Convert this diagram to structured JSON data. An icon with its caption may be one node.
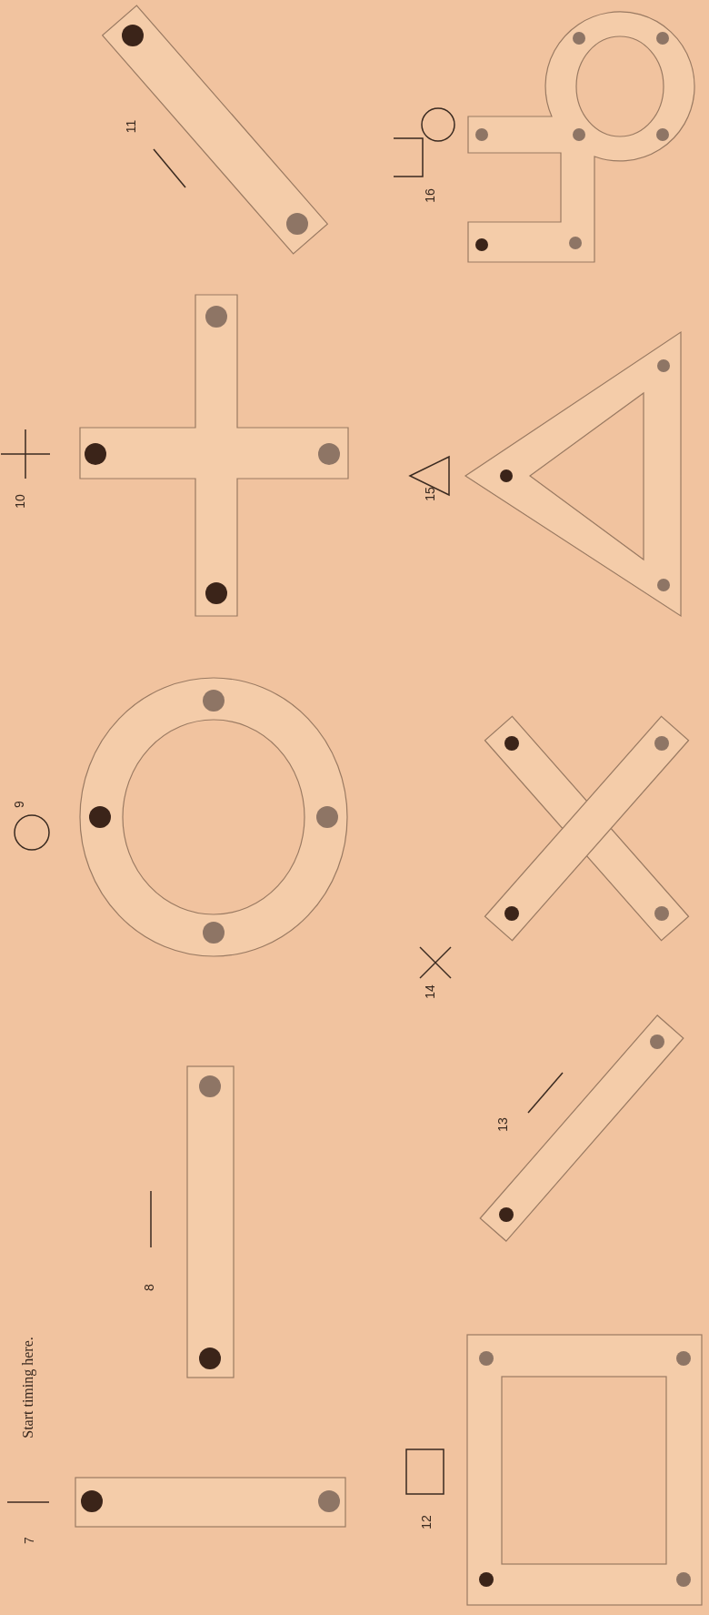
{
  "diagram": {
    "labels": [
      "7",
      "Start timing here.",
      "8",
      "9",
      "10",
      "11",
      "12",
      "13",
      "14",
      "15",
      "16"
    ]
  }
}
